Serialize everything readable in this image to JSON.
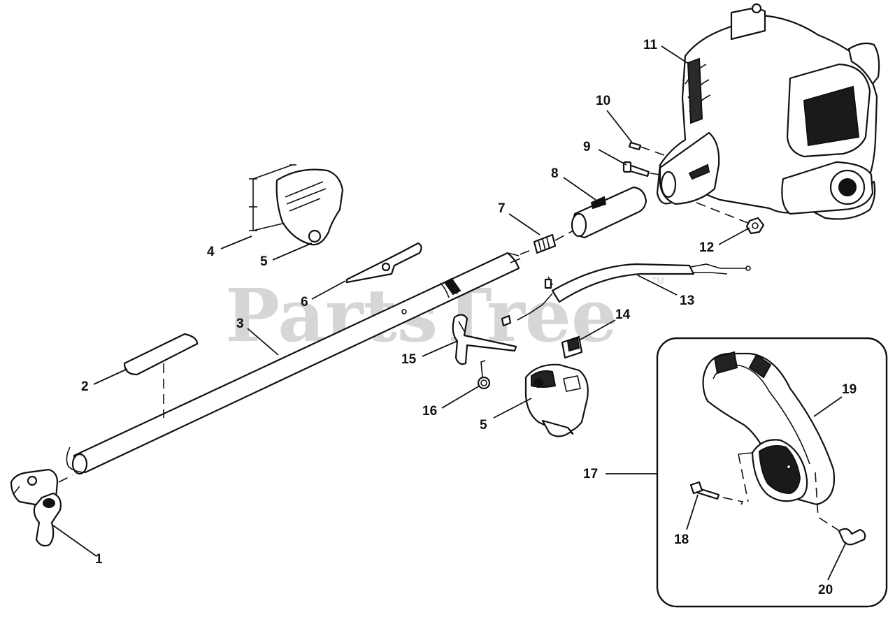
{
  "watermark": {
    "text": "PartsTree",
    "trademark": "TM"
  },
  "parts": [
    {
      "id": "1"
    },
    {
      "id": "2"
    },
    {
      "id": "3"
    },
    {
      "id": "4"
    },
    {
      "id": "5"
    },
    {
      "id": "6"
    },
    {
      "id": "7"
    },
    {
      "id": "8"
    },
    {
      "id": "9"
    },
    {
      "id": "10"
    },
    {
      "id": "11"
    },
    {
      "id": "12"
    },
    {
      "id": "13"
    },
    {
      "id": "14"
    },
    {
      "id": "15"
    },
    {
      "id": "16"
    },
    {
      "id": "5"
    },
    {
      "id": "17"
    },
    {
      "id": "18"
    },
    {
      "id": "19"
    },
    {
      "id": "20"
    }
  ]
}
